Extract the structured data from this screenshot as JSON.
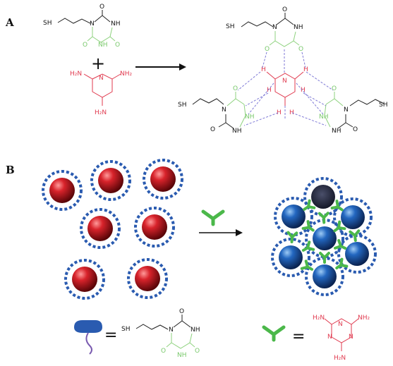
{
  "panels": {
    "a_label": "A",
    "b_label": "B"
  },
  "atoms": {
    "sh": "SH",
    "n": "N",
    "nh": "NH",
    "h": "H",
    "o": "O",
    "nh2_left": "H₂N",
    "nh2_right": "NH₂"
  },
  "operators": {
    "plus": "+",
    "equals": "="
  },
  "colors": {
    "cyanuric_green": "#78c86a",
    "melamine_red": "#e0394e",
    "hbond_violet": "#7f7ad6",
    "particle_red": "#c8141c",
    "particle_blue": "#1f5fb4",
    "ligand_blue": "#2a5bb0",
    "linker_green": "#4bb84a"
  },
  "icons": {
    "arrow": "right-arrow-icon",
    "linker": "melamine-linker-icon",
    "ligand": "thiol-ligand-icon"
  }
}
